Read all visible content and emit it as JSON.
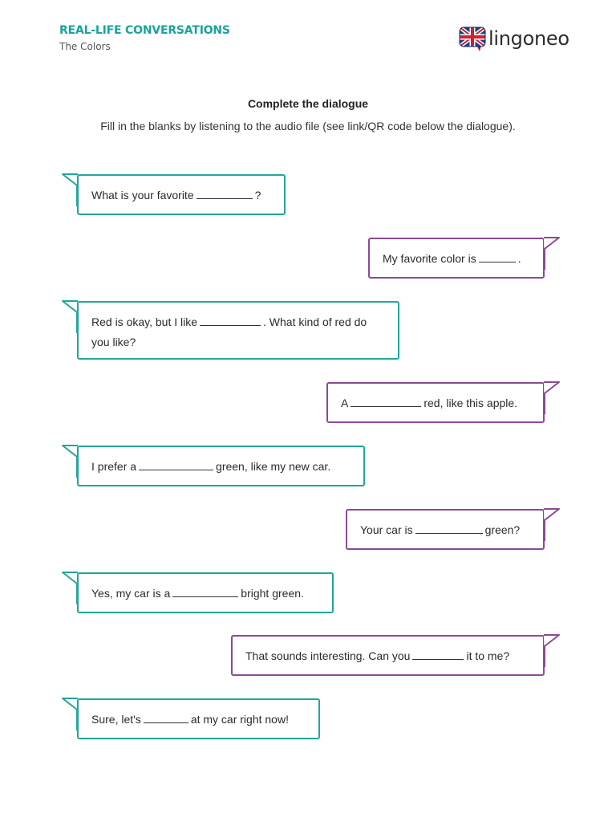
{
  "header": {
    "title": "REAL-LIFE CONVERSATIONS",
    "subtitle": "The Colors",
    "logo_text": "lingoneo",
    "logo_icon": "uk-flag-speech-bubble-icon"
  },
  "instructions": {
    "title": "Complete the dialogue",
    "text": "Fill in the blanks by listening to the audio file (see link/QR code below the dialogue)."
  },
  "colors": {
    "teal": "#22a69b",
    "purple": "#8c4a93",
    "brand_title": "#1aa39a"
  },
  "dialogue": [
    {
      "speaker": "A",
      "parts": [
        "What is your favorite",
        "?"
      ]
    },
    {
      "speaker": "B",
      "parts": [
        "My favorite color is",
        "."
      ]
    },
    {
      "speaker": "A",
      "parts": [
        "Red is okay, but I like",
        ". What kind of red do you like?"
      ]
    },
    {
      "speaker": "B",
      "parts": [
        "A",
        "red, like this apple."
      ]
    },
    {
      "speaker": "A",
      "parts": [
        "I prefer a",
        "green, like my new car."
      ]
    },
    {
      "speaker": "B",
      "parts": [
        "Your car is",
        "green?"
      ]
    },
    {
      "speaker": "A",
      "parts": [
        "Yes, my car is a",
        "bright green."
      ]
    },
    {
      "speaker": "B",
      "parts": [
        "That sounds interesting. Can you",
        "it to me?"
      ]
    },
    {
      "speaker": "A",
      "parts": [
        "Sure, let's",
        "at my car right now!"
      ]
    }
  ]
}
